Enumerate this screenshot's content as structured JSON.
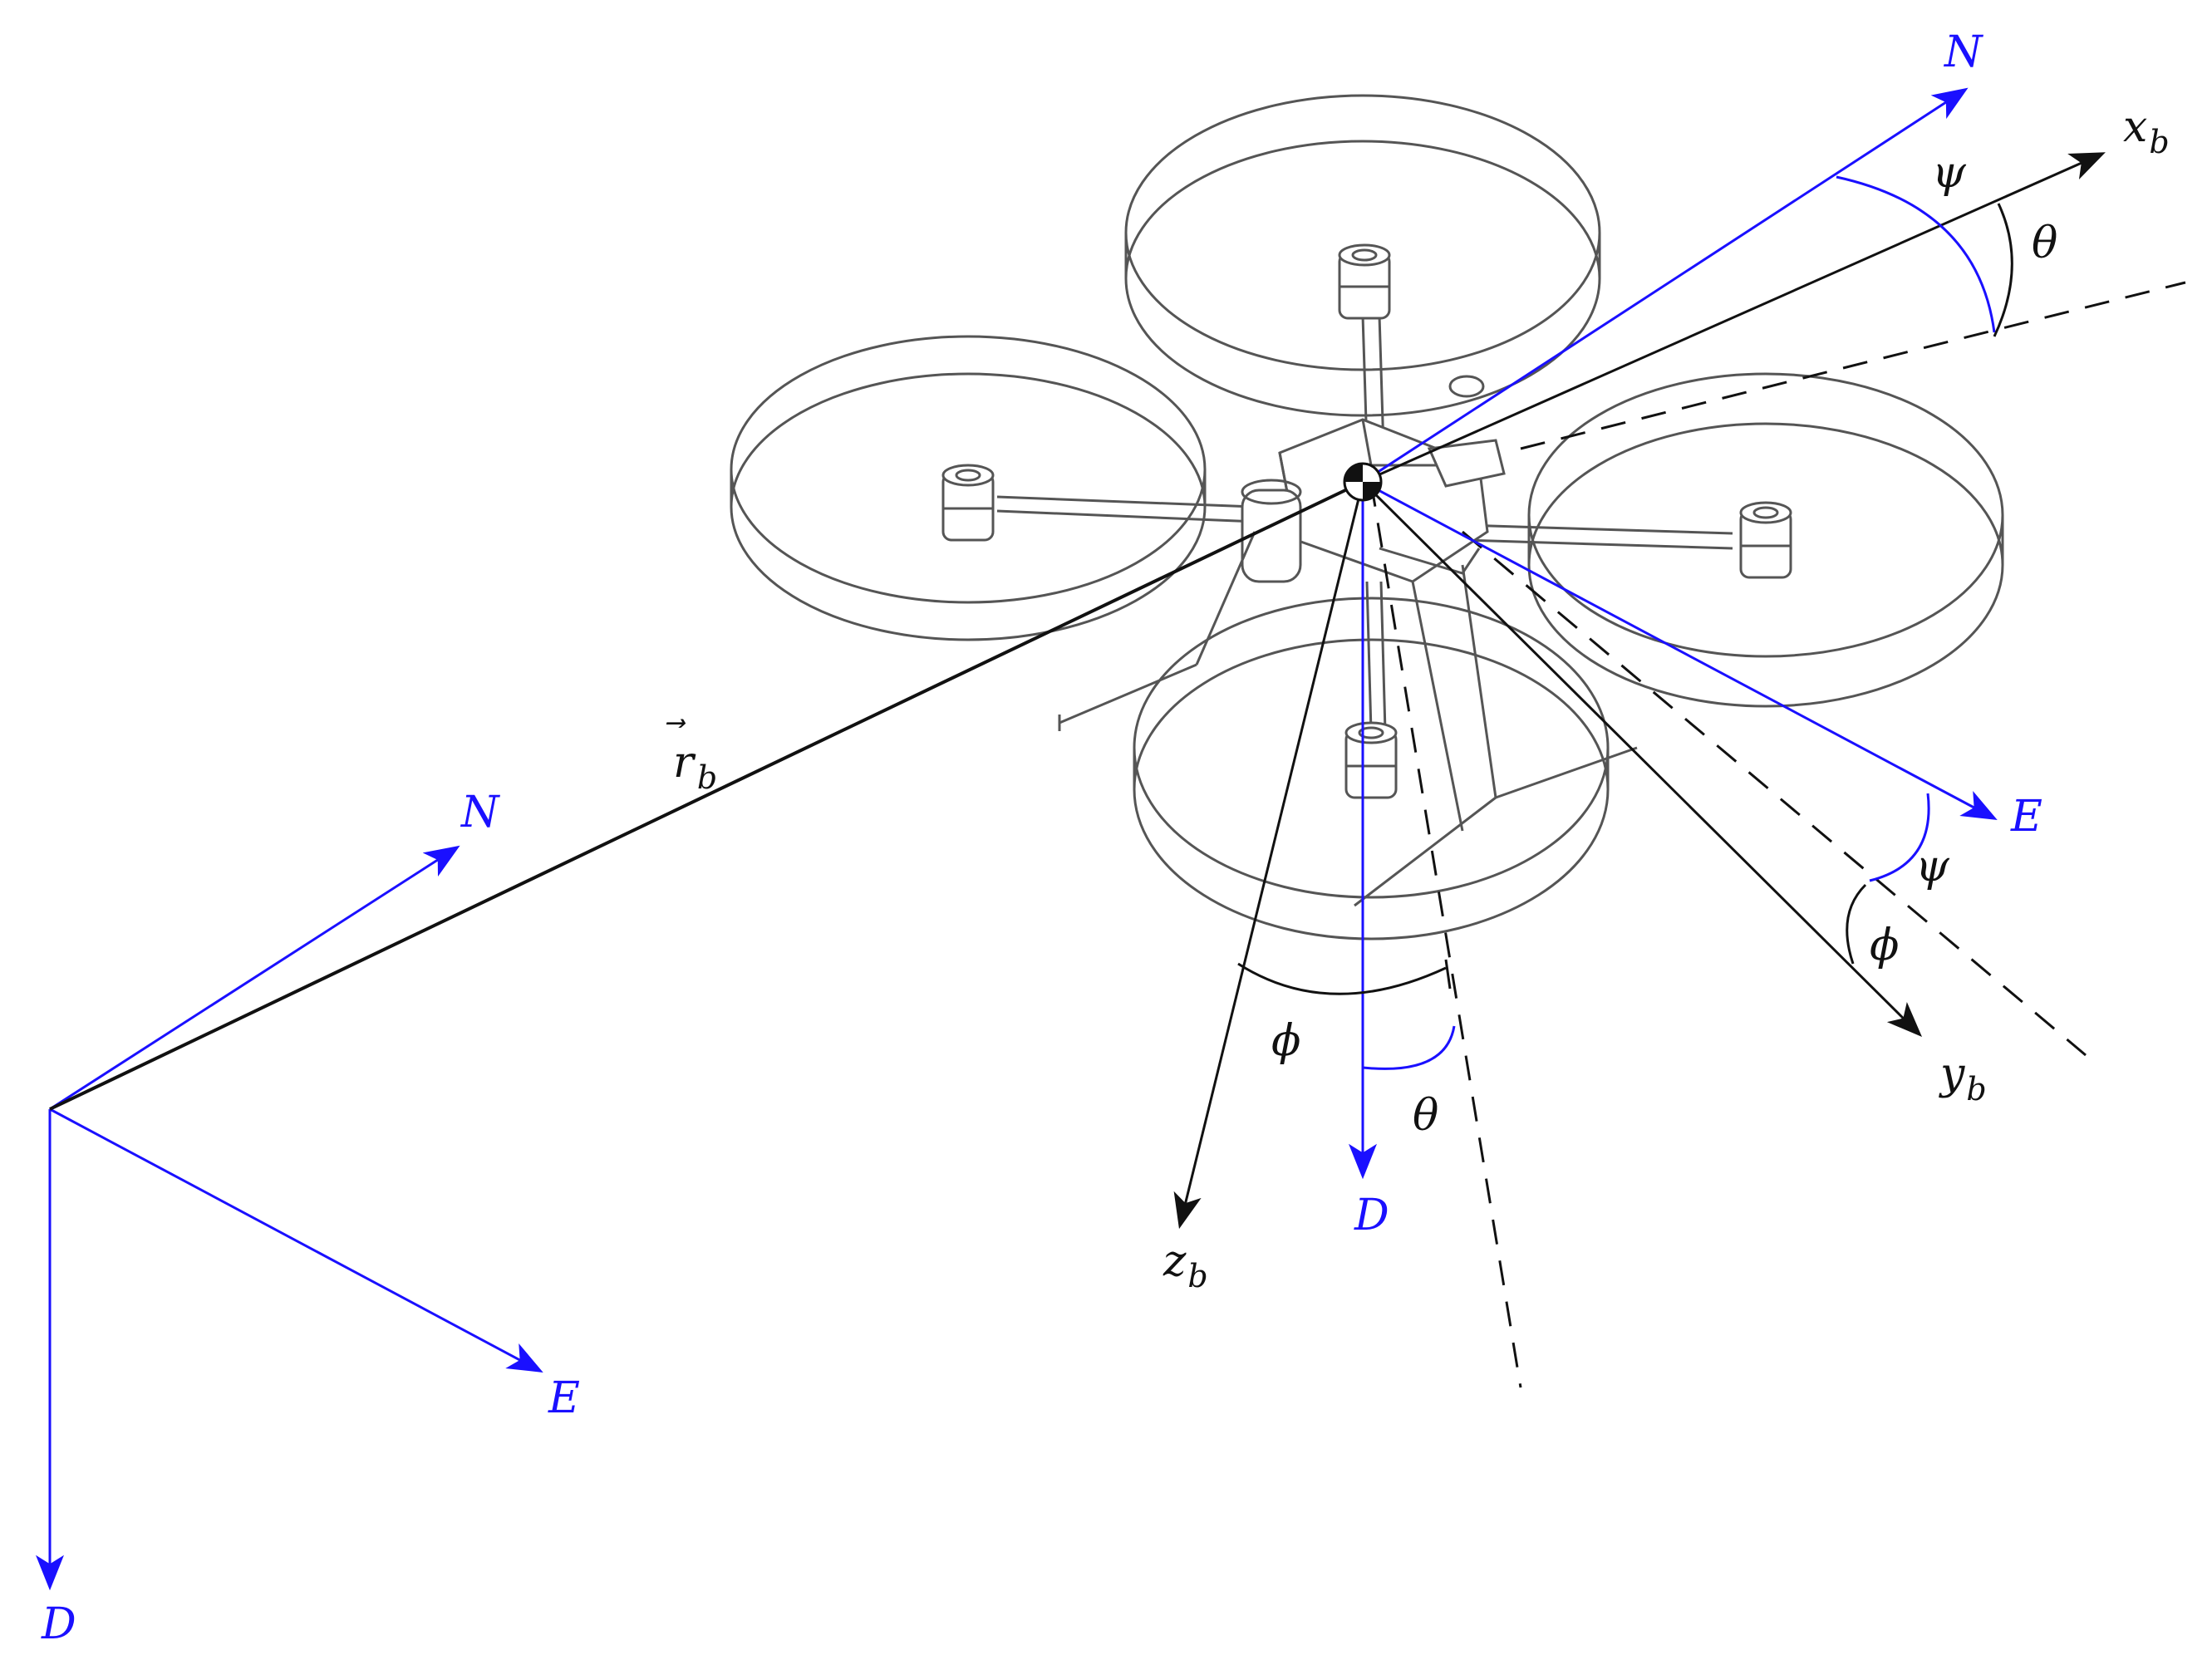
{
  "colors": {
    "ned_frame": "#1a10ff",
    "body_frame": "#111111",
    "drone_outline": "#555555",
    "reference_dash": "#111111"
  },
  "labels": {
    "inertial_north": "N",
    "inertial_east": "E",
    "inertial_down": "D",
    "local_north": "N",
    "local_east": "E",
    "local_down": "D",
    "body_x": "x",
    "body_x_sub": "b",
    "body_y": "y",
    "body_y_sub": "b",
    "body_z": "z",
    "body_z_sub": "b",
    "position_vector": "r",
    "position_vector_arrow": "⃗",
    "position_vector_sub": "b",
    "yaw_top": "ψ",
    "pitch_top": "θ",
    "yaw_right": "ψ",
    "roll_right": "ϕ",
    "roll_bottom": "ϕ",
    "pitch_bottom": "θ"
  }
}
